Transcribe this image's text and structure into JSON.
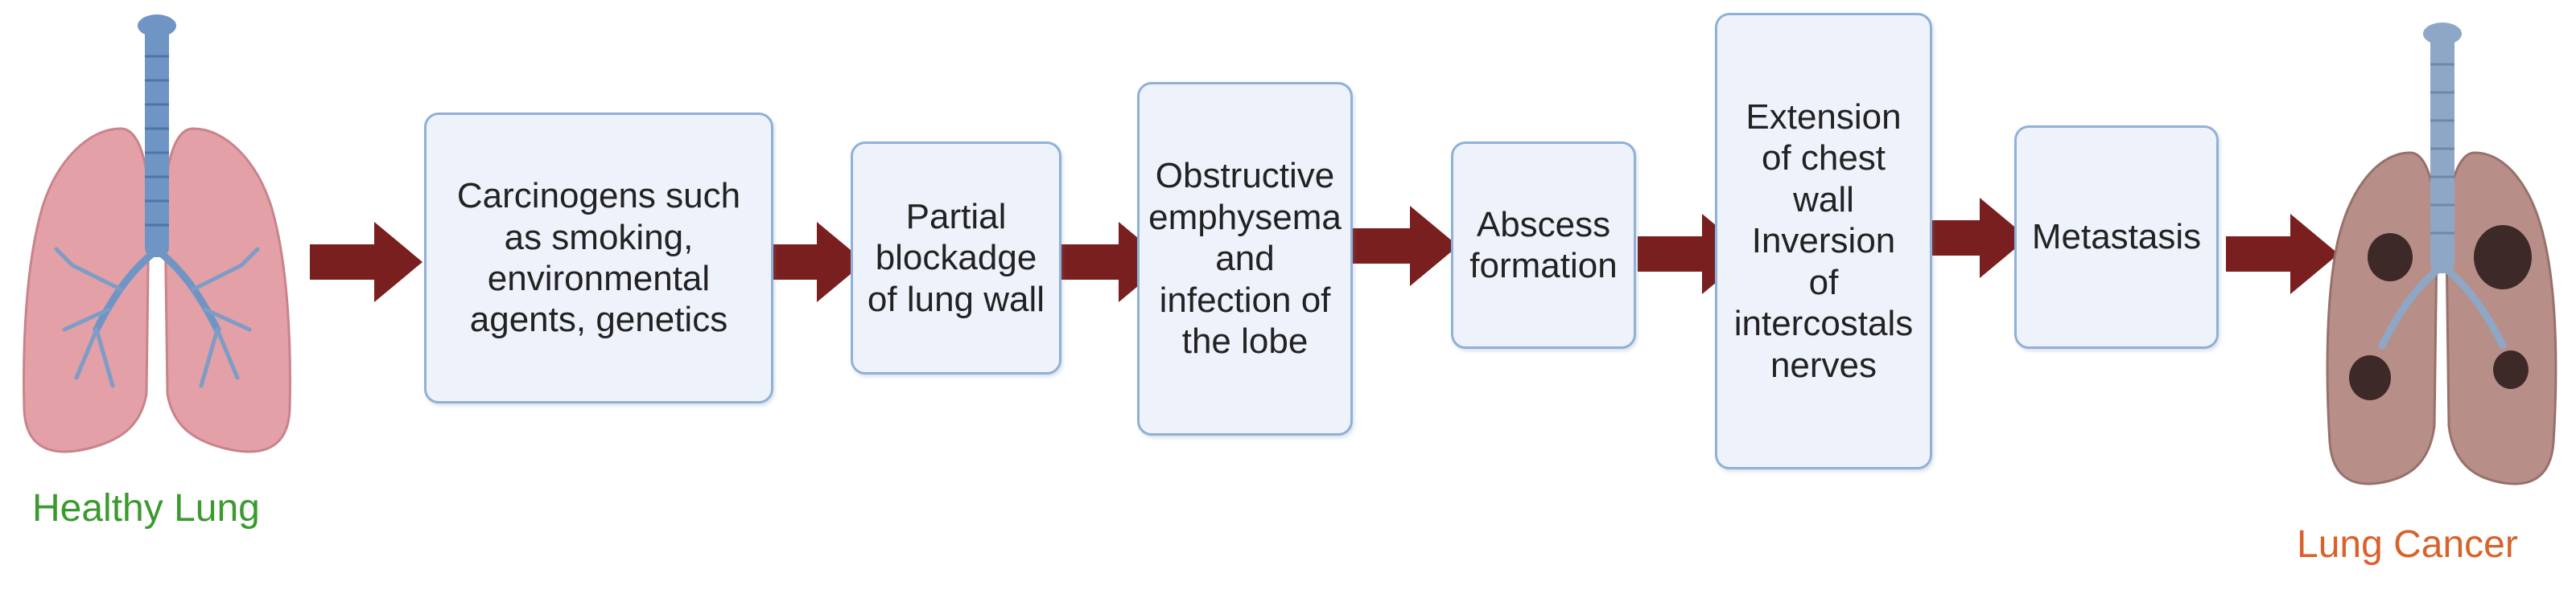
{
  "colors": {
    "box_fill": "#eef3fb",
    "box_border": "#8fb0d8",
    "arrow_fill": "#7a1f1f",
    "healthy_label": "#3a9a2e",
    "cancer_label": "#d9622b",
    "healthy_lung": "#e3a0a6",
    "cancer_lung": "#b88f88",
    "trachea": "#6f95c4"
  },
  "left": {
    "label": "Healthy Lung",
    "icon": "healthy-lung-icon"
  },
  "right": {
    "label": "Lung Cancer",
    "icon": "cancer-lung-icon"
  },
  "steps": [
    {
      "text": "Carcinogens such\nas smoking,\nenvironmental\nagents, genetics"
    },
    {
      "text": "Partial\nblockadge\nof lung wall"
    },
    {
      "text": "Obstructive\nemphysema\nand\ninfection of\nthe lobe"
    },
    {
      "text": "Abscess\nformation"
    },
    {
      "text": "Extension\nof chest\nwall\nInversion\nof\nintercostals\nnerves"
    },
    {
      "text": "Metastasis"
    }
  ]
}
